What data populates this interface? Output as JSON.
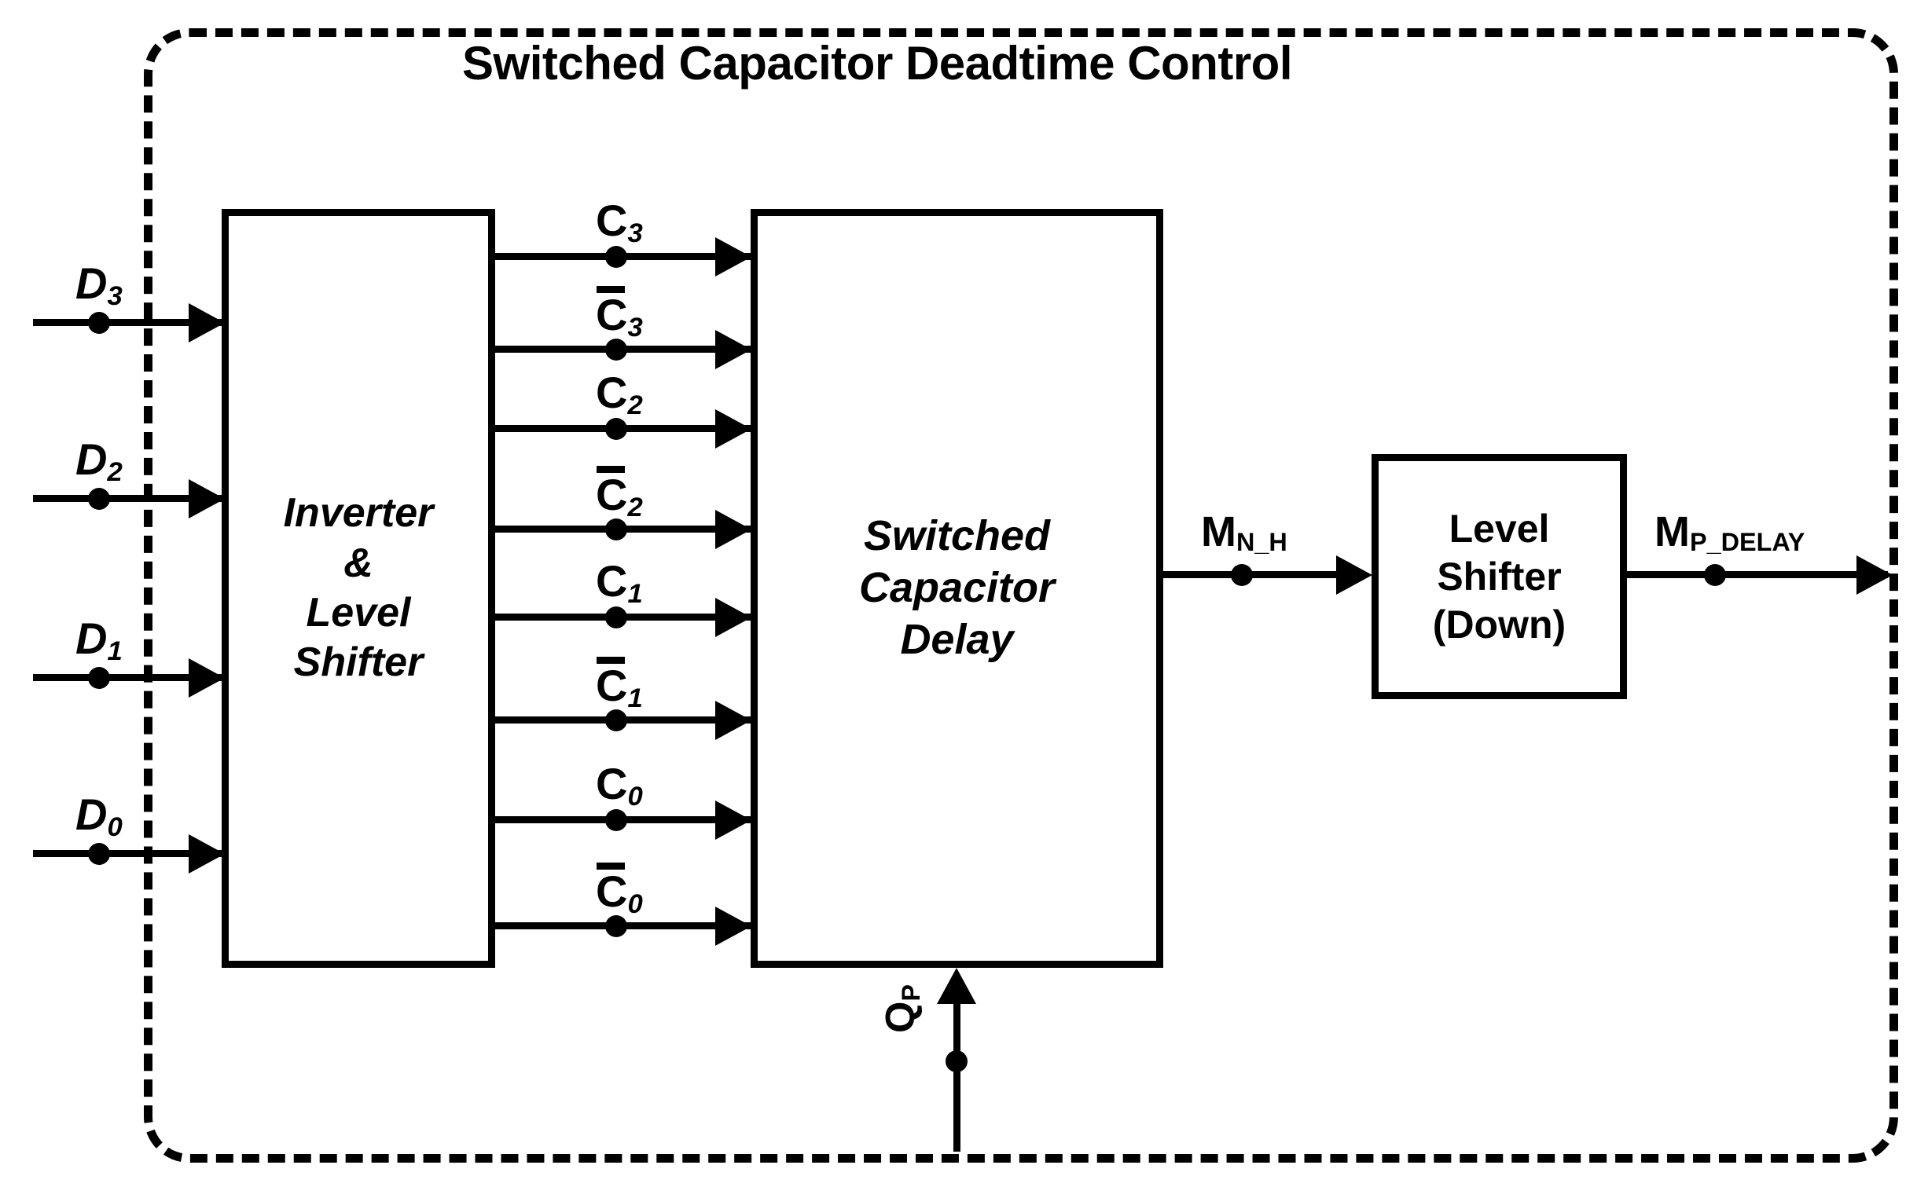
{
  "diagram": {
    "title": "Switched Capacitor Deadtime Control",
    "type": "block-diagram"
  },
  "blocks": {
    "inverter_level_shifter": {
      "lines": [
        "Inverter",
        "&",
        "Level",
        "Shifter"
      ]
    },
    "switched_capacitor_delay": {
      "lines": [
        "Switched",
        "Capacitor",
        "Delay"
      ]
    },
    "level_shifter_down": {
      "lines": [
        "Level",
        "Shifter",
        "(Down)"
      ]
    }
  },
  "inputs": [
    {
      "base": "D",
      "sub": "3"
    },
    {
      "base": "D",
      "sub": "2"
    },
    {
      "base": "D",
      "sub": "1"
    },
    {
      "base": "D",
      "sub": "0"
    }
  ],
  "control_signals": [
    {
      "base": "C",
      "sub": "3",
      "overline": false
    },
    {
      "base": "C",
      "sub": "3",
      "overline": true
    },
    {
      "base": "C",
      "sub": "2",
      "overline": false
    },
    {
      "base": "C",
      "sub": "2",
      "overline": true
    },
    {
      "base": "C",
      "sub": "1",
      "overline": false
    },
    {
      "base": "C",
      "sub": "1",
      "overline": true
    },
    {
      "base": "C",
      "sub": "0",
      "overline": false
    },
    {
      "base": "C",
      "sub": "0",
      "overline": true
    }
  ],
  "clock_input": {
    "base": "Q",
    "sub": "P"
  },
  "intermediate_signal": {
    "base": "M",
    "sub": "N_H"
  },
  "output_signal": {
    "base": "M",
    "sub": "P_DELAY"
  },
  "colors": {
    "stroke": "#000000",
    "background": "#ffffff"
  }
}
